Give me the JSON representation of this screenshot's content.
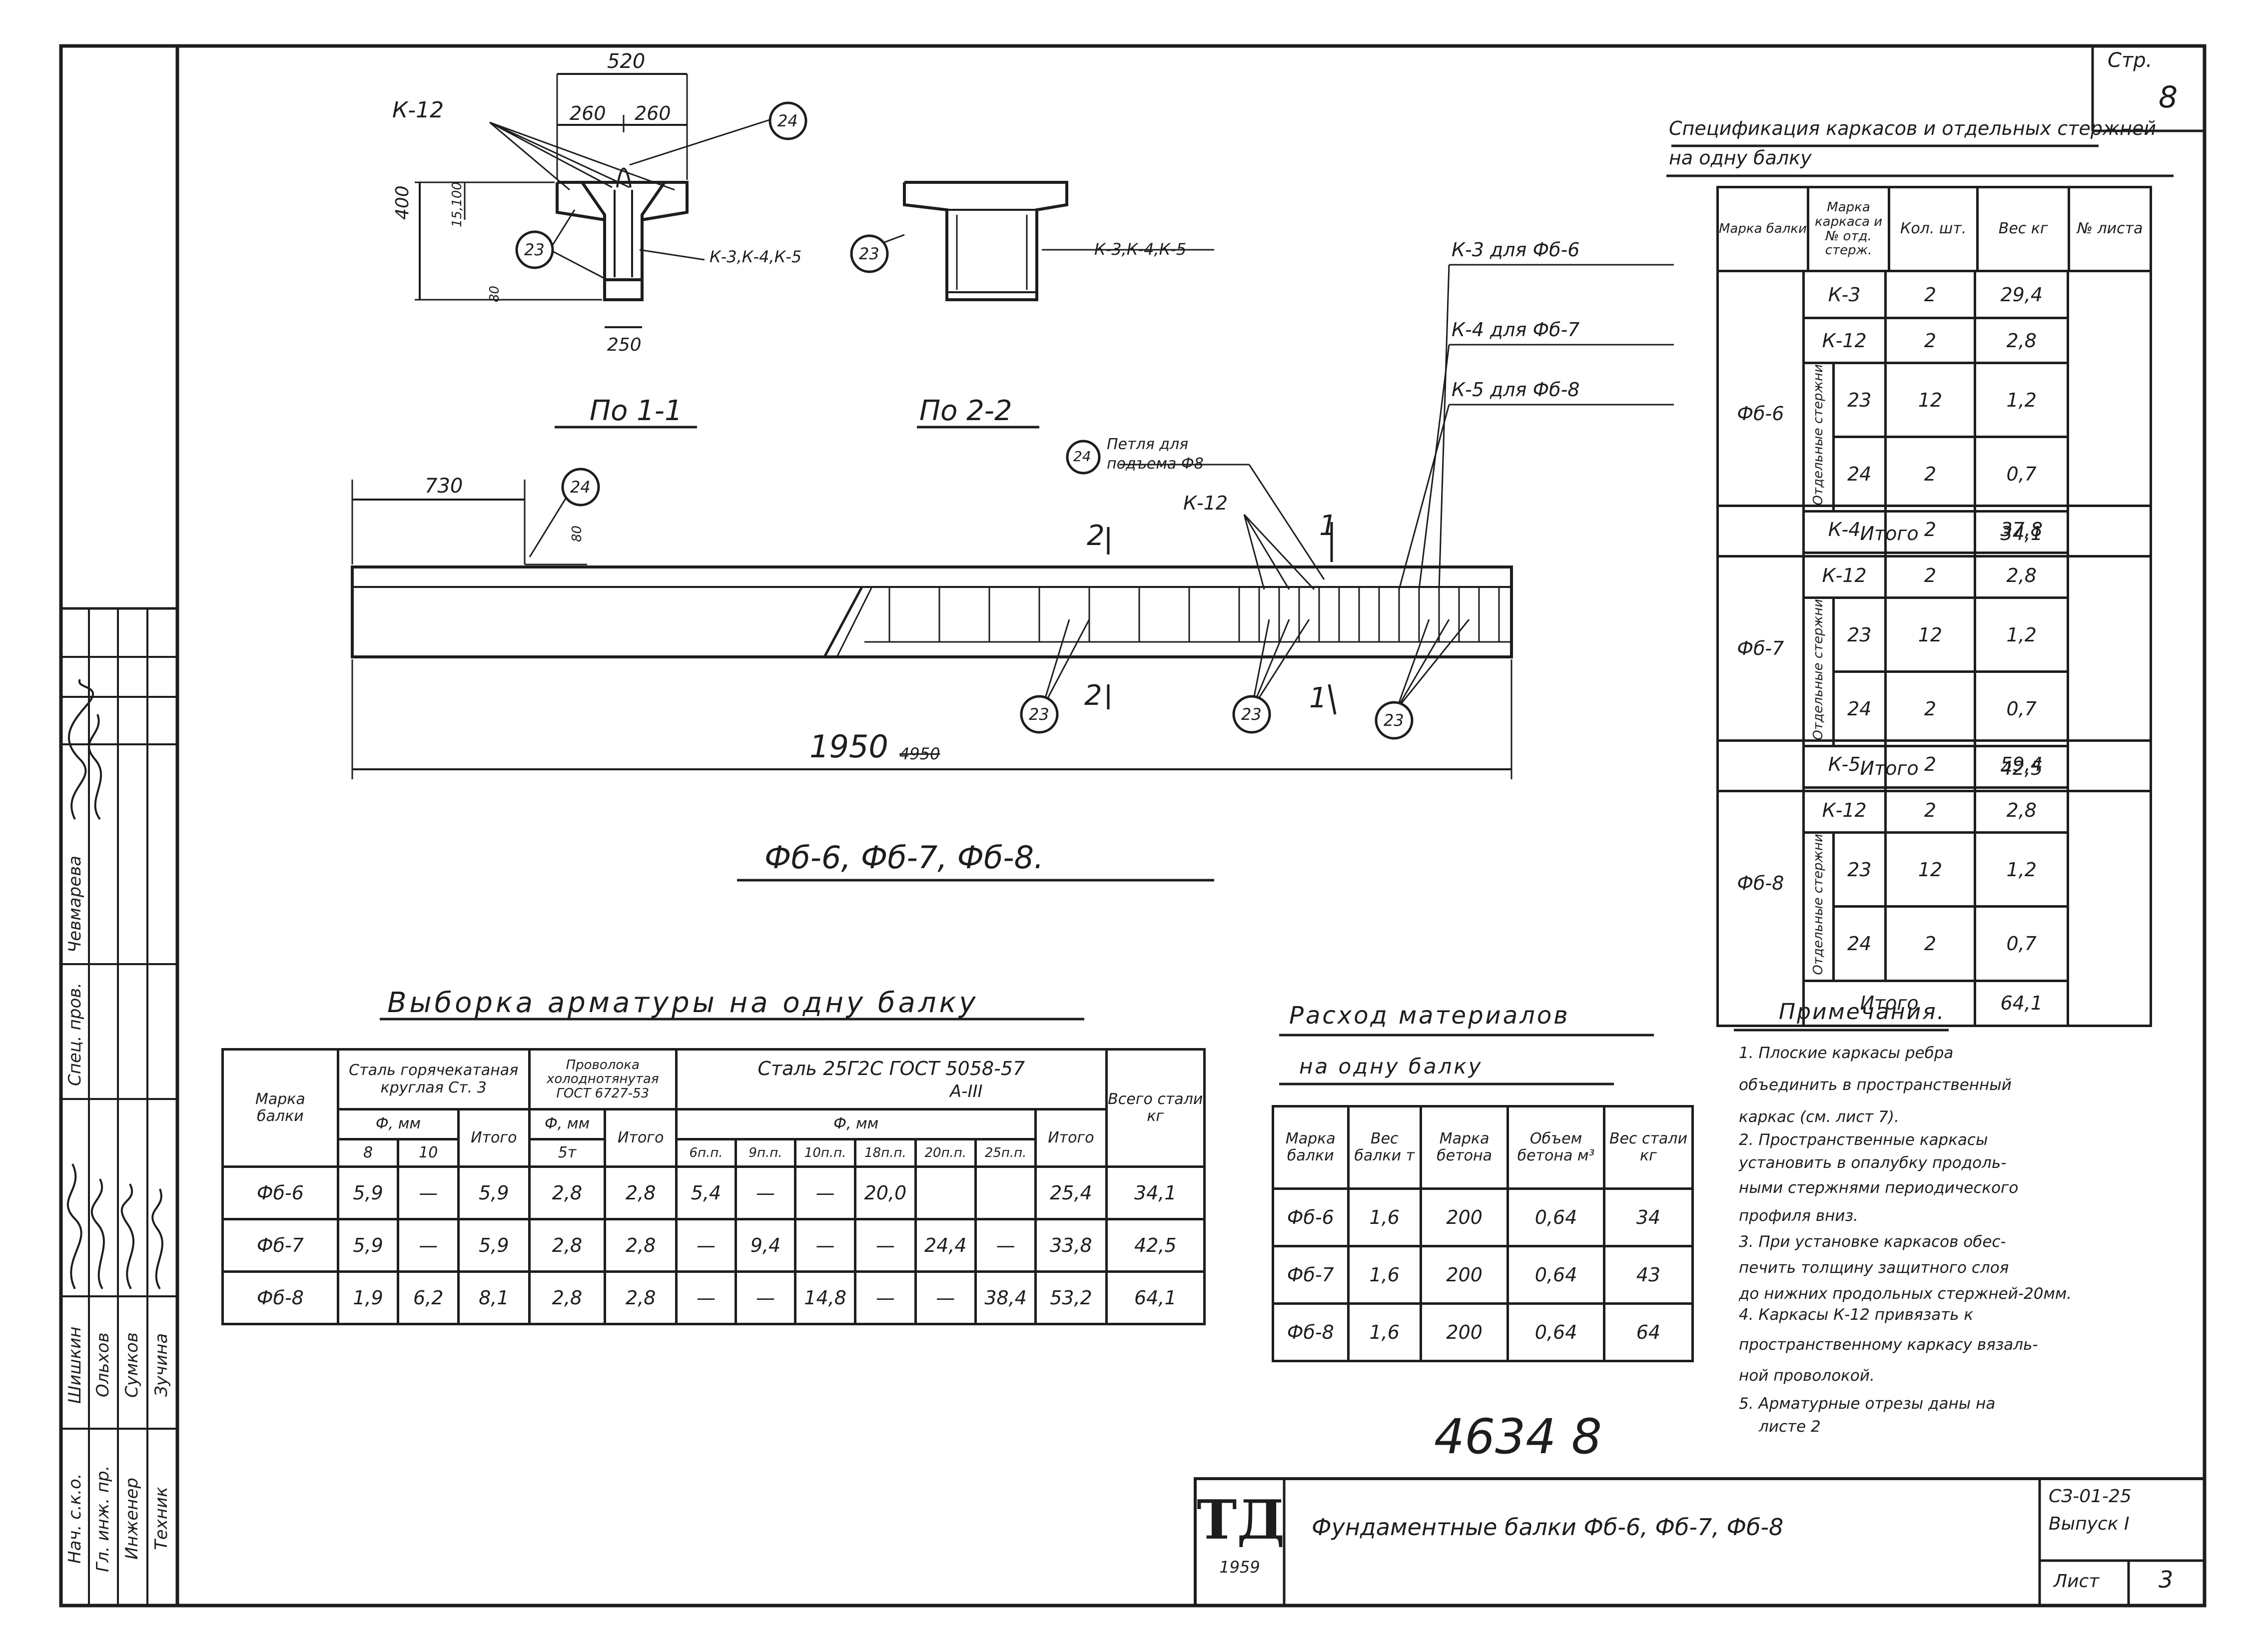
{
  "page_label": {
    "title": "Стр.",
    "number": "8"
  },
  "drawing": {
    "title_main": "Фб-6, Фб-7, Фб-8.",
    "section_1": "По 1-1",
    "section_2": "По 2-2",
    "dims": {
      "top_width": "520",
      "half_left": "260",
      "half_right": "260",
      "height": "400",
      "flange": "15,100",
      "bottom": "80",
      "base_width": "250",
      "offset": "730",
      "length": "1950",
      "length_crossed": "4950",
      "small_h": "80"
    },
    "labels": {
      "k12": "К-12",
      "k12_elev": "К-12",
      "k345": "К-3,К-4,К-5",
      "k345_b": "К-3,К-4,К-5",
      "k3_note": "К-3 для Фб-6",
      "k4_note": "К-4 для Фб-7",
      "k5_note": "К-5 для Фб-8",
      "loop_note": "Петля для подъема Ф8",
      "mark_23": "23",
      "mark_24": "24",
      "cut_1": "1",
      "cut_2": "2"
    }
  },
  "spec": {
    "title": "Спецификация каркасов и отдельных стержней на одну балку",
    "headers": [
      "Марка балки",
      "Марка каркаса и № отд. стерж.",
      "Кол. шт.",
      "Вес кг",
      "№ листа"
    ],
    "side_label": "Отдельные стержни",
    "total_label": "Итого",
    "groups": [
      {
        "beam": "Фб-6",
        "rows": [
          [
            "К-3",
            "2",
            "29,4"
          ],
          [
            "К-12",
            "2",
            "2,8"
          ],
          [
            "23",
            "12",
            "1,2"
          ],
          [
            "24",
            "2",
            "0,7"
          ]
        ],
        "total": "34,1"
      },
      {
        "beam": "Фб-7",
        "rows": [
          [
            "К-4",
            "2",
            "37,8"
          ],
          [
            "К-12",
            "2",
            "2,8"
          ],
          [
            "23",
            "12",
            "1,2"
          ],
          [
            "24",
            "2",
            "0,7"
          ]
        ],
        "total": "42,5"
      },
      {
        "beam": "Фб-8",
        "rows": [
          [
            "К-5",
            "2",
            "59,4"
          ],
          [
            "К-12",
            "2",
            "2,8"
          ],
          [
            "23",
            "12",
            "1,2"
          ],
          [
            "24",
            "2",
            "0,7"
          ]
        ],
        "total": "64,1"
      }
    ]
  },
  "vyborka": {
    "title": "Выборка арматуры на одну балку",
    "h_mark": "Марка балки",
    "h_st3": "Сталь горячекатаная круглая Ст. 3",
    "h_wire": "Проволока холоднотянутая ГОСТ 6727-53",
    "h_25g": "Сталь 25Г2С ГОСТ 5058-57",
    "h_25g_class": "А-III",
    "h_total": "Всего стали кг",
    "h_phi": "Ф, мм",
    "h_itogo": "Итого",
    "sub_st3": [
      "8",
      "10"
    ],
    "sub_wire": "5т",
    "sub_25g": [
      "6п.п.",
      "9п.п.",
      "10п.п.",
      "18п.п.",
      "20п.п.",
      "25п.п."
    ],
    "rows": [
      [
        "Фб-6",
        "5,9",
        "—",
        "5,9",
        "2,8",
        "2,8",
        "5,4",
        "—",
        "—",
        "20,0",
        "",
        "",
        "25,4",
        "34,1"
      ],
      [
        "Фб-7",
        "5,9",
        "—",
        "5,9",
        "2,8",
        "2,8",
        "—",
        "9,4",
        "—",
        "—",
        "24,4",
        "—",
        "33,8",
        "42,5"
      ],
      [
        "Фб-8",
        "1,9",
        "6,2",
        "8,1",
        "2,8",
        "2,8",
        "—",
        "—",
        "14,8",
        "—",
        "—",
        "38,4",
        "53,2",
        "64,1"
      ]
    ]
  },
  "rashod": {
    "title_1": "Расход материалов",
    "title_2": "на одну балку",
    "headers": [
      "Марка балки",
      "Вес балки т",
      "Марка бетона",
      "Объем бетона м³",
      "Вес стали кг"
    ],
    "rows": [
      [
        "Фб-6",
        "1,6",
        "200",
        "0,64",
        "34"
      ],
      [
        "Фб-7",
        "1,6",
        "200",
        "0,64",
        "43"
      ],
      [
        "Фб-8",
        "1,6",
        "200",
        "0,64",
        "64"
      ]
    ]
  },
  "notes": {
    "title": "Примечания.",
    "lines": [
      "1. Плоские каркасы ребра",
      "объединить в пространственный",
      "каркас (см. лист 7).",
      "2. Пространственные каркасы",
      "установить в опалубку продоль-",
      "ными стержнями периодического",
      "профиля вниз.",
      "3. При установке каркасов обес-",
      "печить толщину защитного слоя",
      "до нижних продольных стержней-20мм.",
      "4. Каркасы К-12 привязать к",
      "пространственному каркасу вязаль-",
      "ной проволокой.",
      "5. Арматурные отрезы даны на",
      "листе 2"
    ]
  },
  "stamp_number": "4634 8",
  "title_block": {
    "logo": "ТД",
    "year": "1959",
    "title": "Фундаментные балки Фб-6, Фб-7, Фб-8",
    "series": "СЗ-01-25",
    "issue": "Выпуск I",
    "sheet_label": "Лист",
    "sheet_no": "3"
  },
  "sidebar": {
    "roles": [
      "Нач. с.к.о.",
      "Гл. инж. пр.",
      "Инженер",
      "Техник"
    ],
    "names": [
      "Шишкин",
      "Ольхов",
      "Сумков",
      "Зучина"
    ],
    "sign_role": "Спец. пров.",
    "sign_name": "Чевмарева"
  }
}
